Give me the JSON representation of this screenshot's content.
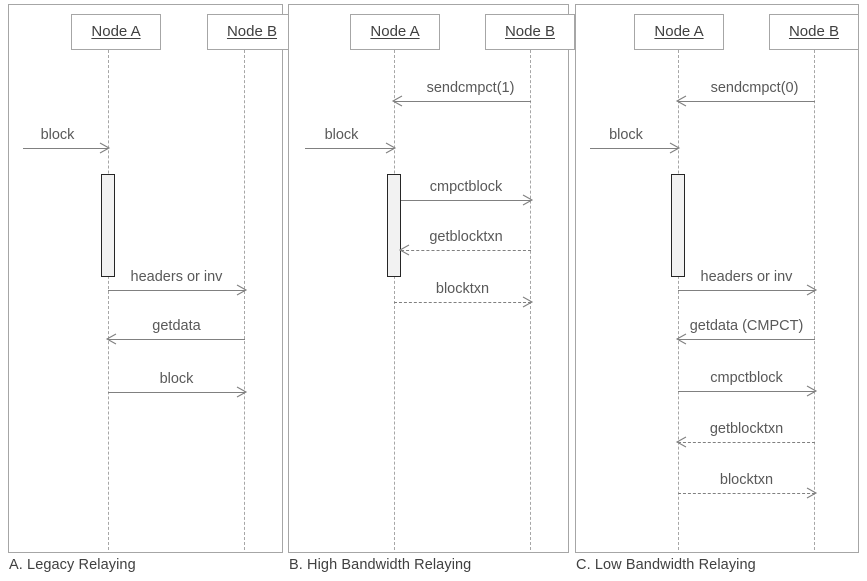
{
  "diagram": {
    "title": "Compact Block Relay sequence diagrams",
    "node_a_label": "Node A",
    "node_b_label": "Node B",
    "colors": {
      "border": "#a6a6a6",
      "lifeline": "#a6a6a6",
      "arrow": "#808080",
      "activation_fill": "#f2f2f2",
      "activation_stroke": "#262626",
      "text": "#595959",
      "caption": "#404040"
    }
  },
  "panels": [
    {
      "id": "a",
      "caption": "A. Legacy Relaying",
      "node_a": "Node A",
      "node_b": "Node B",
      "external_message": "block",
      "messages": [
        {
          "label": "headers or inv",
          "from": "A",
          "to": "B",
          "style": "solid"
        },
        {
          "label": "getdata",
          "from": "B",
          "to": "A",
          "style": "solid"
        },
        {
          "label": "block",
          "from": "A",
          "to": "B",
          "style": "solid"
        }
      ]
    },
    {
      "id": "b",
      "caption": "B. High Bandwidth Relaying",
      "node_a": "Node A",
      "node_b": "Node B",
      "external_message": "block",
      "messages": [
        {
          "label": "sendcmpct(1)",
          "from": "B",
          "to": "A",
          "style": "solid"
        },
        {
          "label": "cmpctblock",
          "from": "A",
          "to": "B",
          "style": "solid"
        },
        {
          "label": "getblocktxn",
          "from": "B",
          "to": "A",
          "style": "dashed"
        },
        {
          "label": "blocktxn",
          "from": "A",
          "to": "B",
          "style": "dashed"
        }
      ]
    },
    {
      "id": "c",
      "caption": "C. Low Bandwidth Relaying",
      "node_a": "Node A",
      "node_b": "Node B",
      "external_message": "block",
      "messages": [
        {
          "label": "sendcmpct(0)",
          "from": "B",
          "to": "A",
          "style": "solid"
        },
        {
          "label": "headers or inv",
          "from": "A",
          "to": "B",
          "style": "solid"
        },
        {
          "label": "getdata (CMPCT)",
          "from": "B",
          "to": "A",
          "style": "solid"
        },
        {
          "label": "cmpctblock",
          "from": "A",
          "to": "B",
          "style": "solid"
        },
        {
          "label": "getblocktxn",
          "from": "B",
          "to": "A",
          "style": "dashed"
        },
        {
          "label": "blocktxn",
          "from": "A",
          "to": "B",
          "style": "dashed"
        }
      ]
    }
  ],
  "labels": {
    "panel_a": {
      "node_a": "Node A",
      "node_b": "Node B",
      "block_in": "block",
      "m1": "headers or inv",
      "m2": "getdata",
      "m3": "block",
      "caption": "A. Legacy Relaying"
    },
    "panel_b": {
      "node_a": "Node A",
      "node_b": "Node B",
      "block_in": "block",
      "m0": "sendcmpct(1)",
      "m1": "cmpctblock",
      "m2": "getblocktxn",
      "m3": "blocktxn",
      "caption": "B. High Bandwidth Relaying"
    },
    "panel_c": {
      "node_a": "Node A",
      "node_b": "Node B",
      "block_in": "block",
      "m0": "sendcmpct(0)",
      "m1": "headers or inv",
      "m2": "getdata (CMPCT)",
      "m3": "cmpctblock",
      "m4": "getblocktxn",
      "m5": "blocktxn",
      "caption": "C. Low Bandwidth Relaying"
    }
  }
}
